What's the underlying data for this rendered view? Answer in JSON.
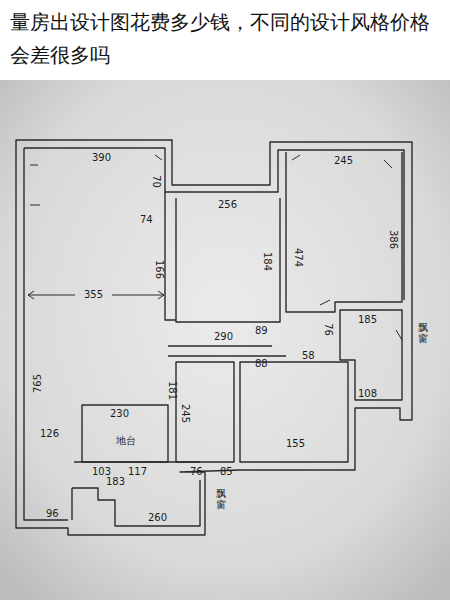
{
  "diagram": {
    "title": "量房出设计图花费多少钱，不同的设计风格价格会差很多吗",
    "labels": [
      "390",
      "355",
      "765",
      "256",
      "245",
      "474",
      "386",
      "166",
      "184",
      "290",
      "245",
      "155",
      "181",
      "126",
      "230",
      "地台",
      "103",
      "117",
      "183",
      "260",
      "96",
      "76",
      "85",
      "58",
      "88",
      "108",
      "185",
      "飘窗",
      "飘窗",
      "74",
      "70",
      "89",
      "76"
    ]
  }
}
